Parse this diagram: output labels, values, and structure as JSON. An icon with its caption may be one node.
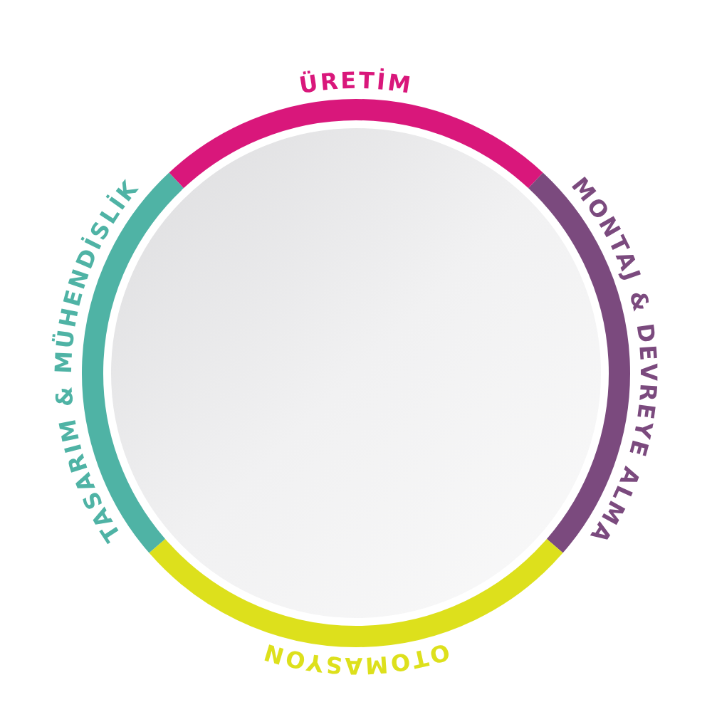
{
  "diagram": {
    "nodes": [
      {
        "text": [
          "ÜRETİM"
        ]
      },
      {
        "text": [
          "MONTAJ & DEVREYE ALMA"
        ]
      },
      {
        "text": [
          "OTOMASYON"
        ]
      },
      {
        "text": [
          "TASARIM & MÜHENDİSLİK"
        ]
      }
    ]
  }
}
